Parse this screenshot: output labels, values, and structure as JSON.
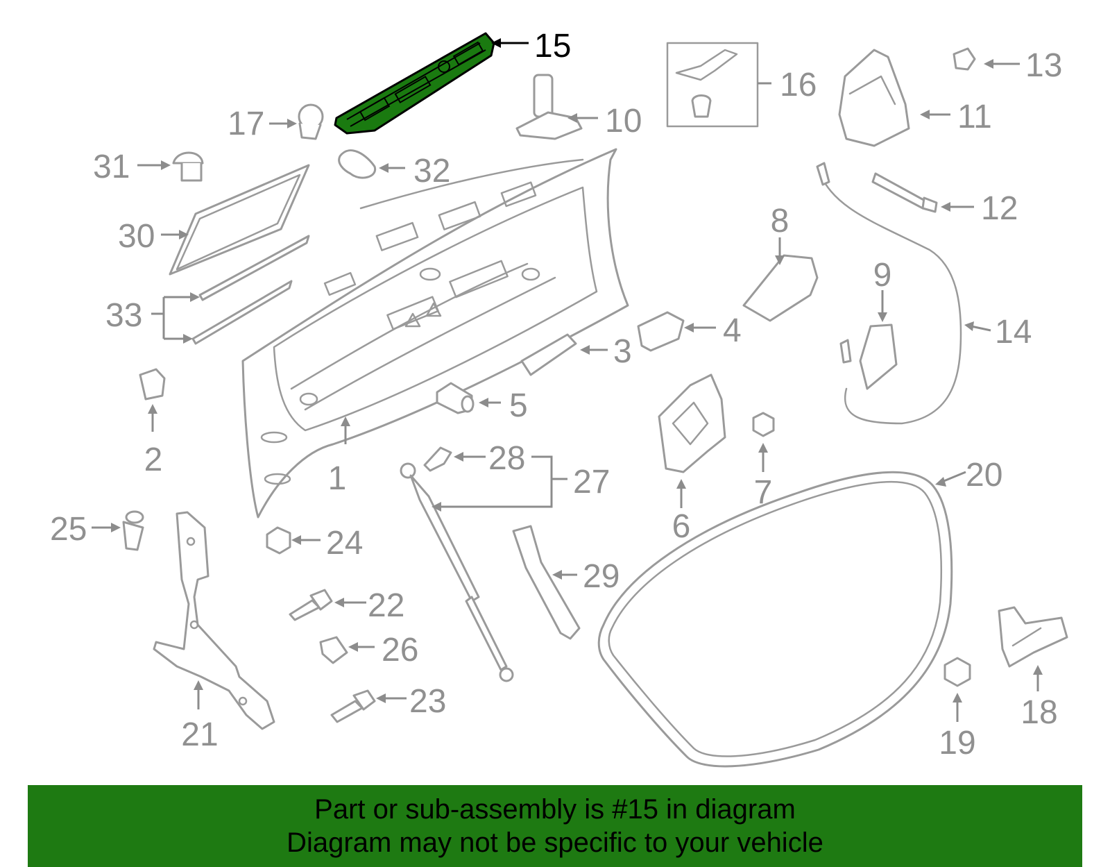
{
  "callouts": {
    "c1": "1",
    "c2": "2",
    "c3": "3",
    "c4": "4",
    "c5": "5",
    "c6": "6",
    "c7": "7",
    "c8": "8",
    "c9": "9",
    "c10": "10",
    "c11": "11",
    "c12": "12",
    "c13": "13",
    "c14": "14",
    "c15": "15",
    "c16": "16",
    "c17": "17",
    "c18": "18",
    "c19": "19",
    "c20": "20",
    "c21": "21",
    "c22": "22",
    "c23": "23",
    "c24": "24",
    "c25": "25",
    "c26": "26",
    "c27": "27",
    "c28": "28",
    "c29": "29",
    "c30": "30",
    "c31": "31",
    "c32": "32",
    "c33": "33"
  },
  "highlighted_part": "15",
  "colors": {
    "highlight_fill": "#1a7a10",
    "banner_background": "#1e7a12",
    "part_stroke": "#9a9a9a",
    "label_gray": "#909090"
  },
  "banner": {
    "line1": "Part or sub-assembly is #15 in diagram",
    "line2": "Diagram may not be specific to your vehicle"
  }
}
